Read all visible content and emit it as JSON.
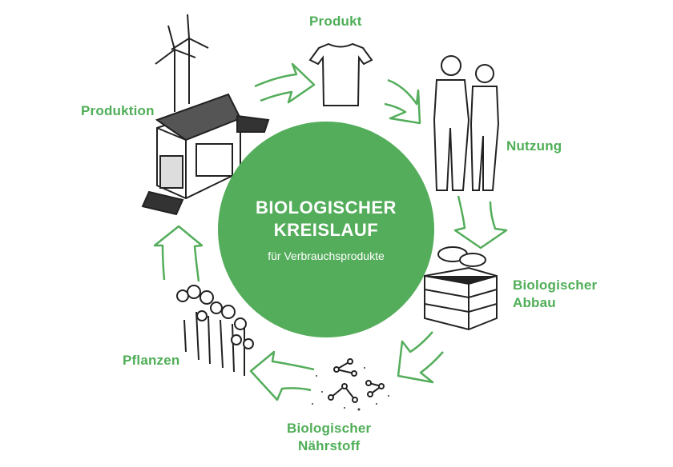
{
  "diagram": {
    "title_line1": "BIOLOGISCHER",
    "title_line2": "KREISLAUF",
    "subtitle": "für Verbrauchsprodukte",
    "accent_color": "#54ad5b",
    "stages": [
      {
        "label": "Produkt",
        "icon": "tshirt-icon"
      },
      {
        "label": "Nutzung",
        "icon": "people-icon"
      },
      {
        "label_line1": "Biologischer",
        "label_line2": "Abbau",
        "icon": "compost-icon"
      },
      {
        "label_line1": "Biologischer",
        "label_line2": "Nährstoff",
        "icon": "nutrient-molecules-icon"
      },
      {
        "label": "Pflanzen",
        "icon": "plants-icon"
      },
      {
        "label": "Produktion",
        "icon": "factory-icon"
      }
    ]
  }
}
